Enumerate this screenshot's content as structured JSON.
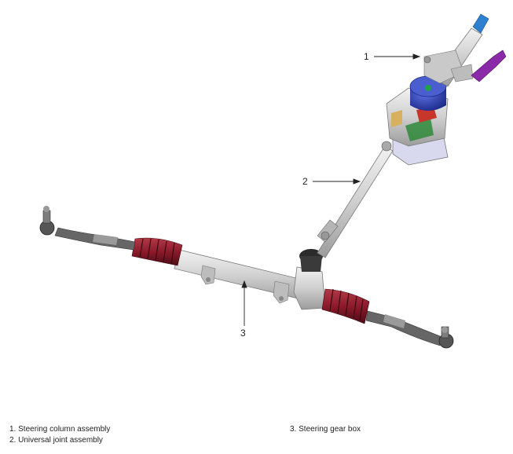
{
  "callouts": [
    {
      "number": "1"
    },
    {
      "number": "2"
    },
    {
      "number": "3"
    }
  ],
  "legend": [
    {
      "text": "1. Steering column assembly"
    },
    {
      "text": "2. Universal joint assembly"
    },
    {
      "text": "3. Steering gear box"
    }
  ],
  "colors": {
    "boot": "#8b1a2a",
    "motor": "#2a3fb0",
    "motor_dot": "#1fa14a",
    "lever": "#8a2aa8",
    "shaft_tip": "#2f7fd0",
    "metal": "#d4d4d4",
    "tierod": "#555555"
  },
  "icons": [
    "steering-column",
    "universal-joint-shaft",
    "steering-gear-box",
    "eps-motor",
    "tilt-lever",
    "bellows-boot",
    "tie-rod-end"
  ]
}
